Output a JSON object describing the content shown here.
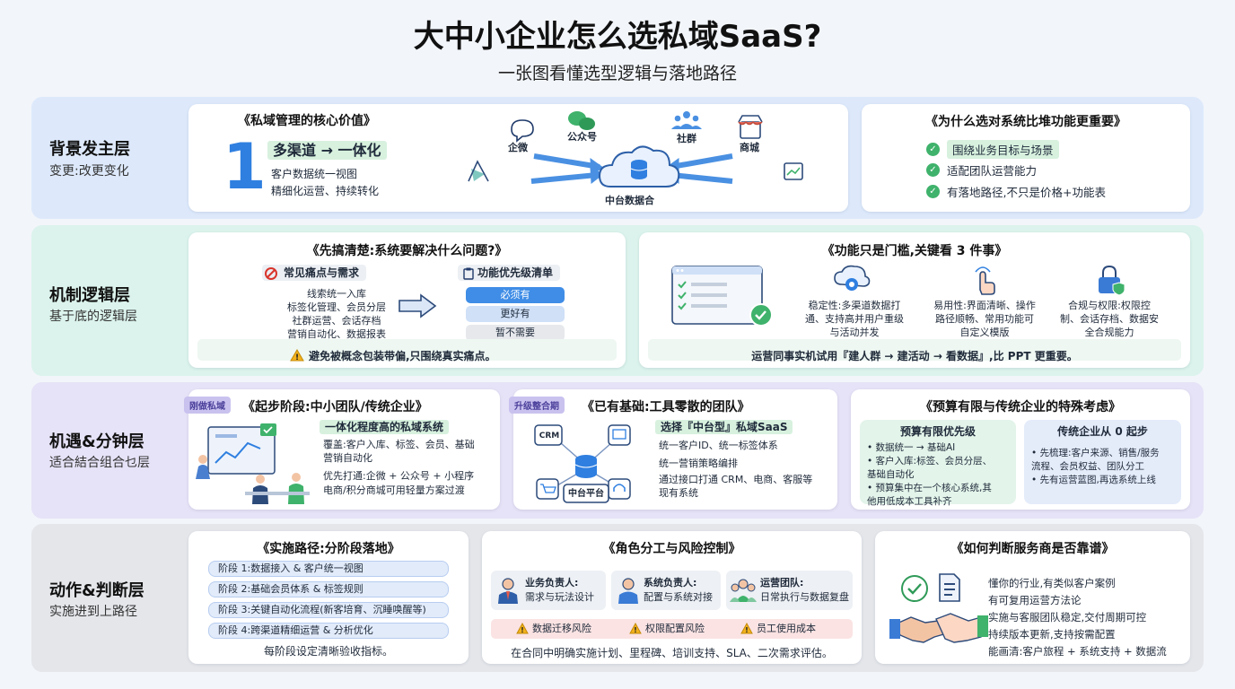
{
  "header": {
    "title": "大中小企业怎么选私域SaaS?",
    "subtitle": "一张图看懂选型逻辑与落地路径"
  },
  "layer1": {
    "title": "背景发主层",
    "subtitle": "变更:改更变化",
    "value_card": {
      "title": "《私域管理的核心价值》",
      "number": "1",
      "headline": "多渠道 → 一体化",
      "lines": [
        "客户数据统一视图",
        "精细化运营、持续转化"
      ],
      "channels": [
        "企微",
        "公众号",
        "社群",
        "商城"
      ],
      "center_label": "中台数据合"
    },
    "why_card": {
      "title": "《为什么选对系统比堆功能更重要》",
      "items": [
        "围绕业务目标与场景",
        "适配团队运营能力",
        "有落地路径,不只是价格+功能表"
      ]
    }
  },
  "layer2": {
    "title": "机制逻辑层",
    "subtitle": "基于底的逻辑层",
    "problem_card": {
      "title": "《先搞清楚:系统要解决什么问题?》",
      "pain_title": "常见痛点与需求",
      "pain_lines": [
        "线索统一入库",
        "标签化管理、会员分层",
        "社群运营、会话存档",
        "营销自动化、数据报表"
      ],
      "priority_title": "功能优先级清单",
      "priorities": [
        "必须有",
        "更好有",
        "暂不需要"
      ],
      "warning": "避免被概念包装带偏,只围绕真实痛点。"
    },
    "function_card": {
      "title": "《功能只是门槛,关键看 3 件事》",
      "items": [
        {
          "name": "cloud-gear-icon",
          "lines": [
            "稳定性:多渠道数据打",
            "通、支持高并用户重级",
            "与活动并发"
          ]
        },
        {
          "name": "touch-icon",
          "lines": [
            "易用性:界面清晰、操作",
            "路径顺畅、常用功能可",
            "自定义模版"
          ]
        },
        {
          "name": "lock-icon",
          "lines": [
            "合规与权限:权限控",
            "制、会话存档、数据安",
            "全合规能力"
          ]
        }
      ],
      "footer": "运营同事实机试用『建人群 → 建活动 → 看数据』,比 PPT 更重要。"
    }
  },
  "layer3": {
    "title": "机遇&分钟层",
    "subtitle": "适合結合组合乜层",
    "start_card": {
      "tag": "刚做私域",
      "title": "《起步阶段:中小团队/传统企业》",
      "headline": "一体化程度高的私域系统",
      "lines": [
        "覆盖:客户入库、标签、会员、基础",
        "营销自动化",
        "优先打通:企微 + 公众号 + 小程序",
        "电商/积分商城可用轻量方案过渡"
      ]
    },
    "base_card": {
      "tag": "升级整合期",
      "title": "《已有基础:工具零散的团队》",
      "headline": "选择『中台型』私域SaaS",
      "lines": [
        "统一客户ID、统一标签体系",
        "统一营销策略编排",
        "通过接口打通 CRM、电商、客服等",
        "现有系统"
      ],
      "nodes": [
        "CRM"
      ],
      "center_label": "中台平台"
    },
    "budget_card": {
      "title": "《预算有限与传统企业的特殊考虑》",
      "left_title": "预算有限优先级",
      "left_items": [
        "• 数据统一 → 基础AI",
        "• 客户入库:标签、会员分层、",
        "  基础自动化",
        "• 预算集中在一个核心系统,其",
        "  他用低成本工具补齐"
      ],
      "right_title": "传统企业从 0 起步",
      "right_items": [
        "• 先梳理:客户来源、销售/服务",
        "  流程、会员权益、团队分工",
        "• 先有运营蓝图,再选系统上线"
      ]
    }
  },
  "layer4": {
    "title": "动作&判断层",
    "subtitle": "实施进到上路径",
    "path_card": {
      "title": "《实施路径:分阶段落地》",
      "phases": [
        "阶段 1:数据接入 & 客户统一视图",
        "阶段 2:基础会员体系 & 标签规则",
        "阶段 3:关键自动化流程(新客培育、沉睡唤醒等)",
        "阶段 4:跨渠道精细运营 & 分析优化"
      ],
      "footer": "每阶段设定清晰验收指标。"
    },
    "role_card": {
      "title": "《角色分工与风险控制》",
      "roles": [
        {
          "title": "业务负责人:",
          "desc": "需求与玩法设计"
        },
        {
          "title": "系统负责人:",
          "desc": "配置与系统对接"
        },
        {
          "title": "运营团队:",
          "desc": "日常执行与数据复盘"
        }
      ],
      "risks": [
        "数据迁移风险",
        "权限配置风险",
        "员工使用成本"
      ],
      "footer": "在合同中明确实施计划、里程碑、培训支持、SLA、二次需求评估。"
    },
    "vendor_card": {
      "title": "《如何判断服务商是否靠谱》",
      "lines": [
        "懂你的行业,有类似客户案例",
        "有可复用运营方法论",
        "实施与客服团队稳定,交付周期可控",
        "持续版本更新,支持按需配置",
        "能画清:客户旅程 + 系统支持 + 数据流"
      ]
    }
  },
  "colors": {
    "band1": "#dde9fb",
    "band2": "#dbf3ec",
    "band3": "#e6e2f7",
    "band4": "#e4e6ea",
    "accent_blue": "#2f7fe0",
    "green": "#3fb26b",
    "warn": "#f2b21c"
  }
}
